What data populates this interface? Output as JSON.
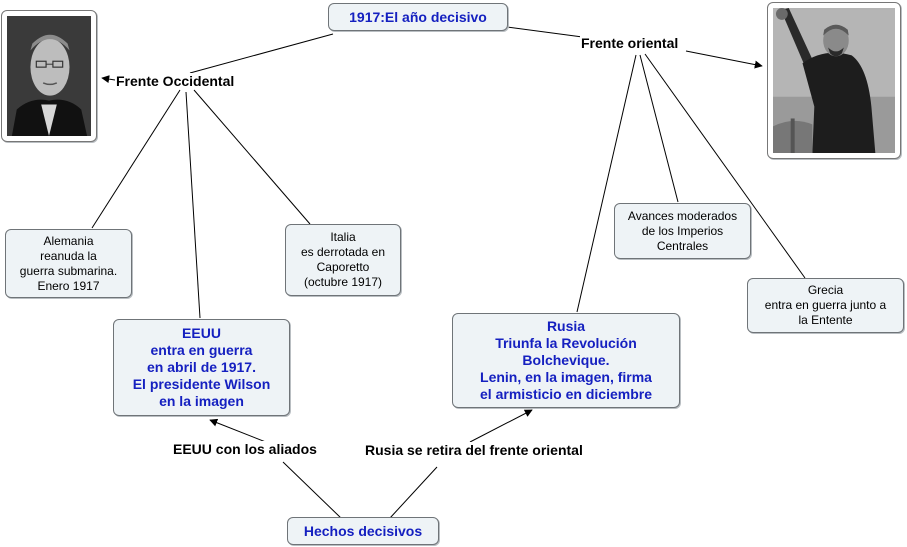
{
  "map": {
    "title": "1917:El año decisivo",
    "bottom": "Hechos decisivos",
    "links": {
      "west": "Frente Occidental",
      "east": "Frente oriental",
      "usa_link": "EEUU con los aliados",
      "russia_link": "Rusia se retira del frente oriental"
    },
    "nodes": {
      "germany": "Alemania\nreanuda la\nguerra submarina.\nEnero 1917",
      "italy": "Italia\nes derrotada en\nCaporetto\n(octubre 1917)",
      "usa": "EEUU\nentra en guerra\nen abril de 1917.\nEl presidente Wilson\nen la imagen",
      "central": "Avances moderados\nde los Imperios\nCentrales",
      "greece": "Grecia\nentra en guerra junto a\nla Entente",
      "russia": "Rusia\nTriunfa la Revolución\nBolchevique.\nLenin, en la imagen, firma\nel armisticio en diciembre"
    }
  },
  "colors": {
    "node_fill": "#eef3f6",
    "node_border": "#6f7478",
    "highlight_text": "#1520c0",
    "line": "#000000"
  },
  "icons": {
    "left_photo": "wilson-portrait-photo",
    "right_photo": "lenin-speech-photo"
  }
}
